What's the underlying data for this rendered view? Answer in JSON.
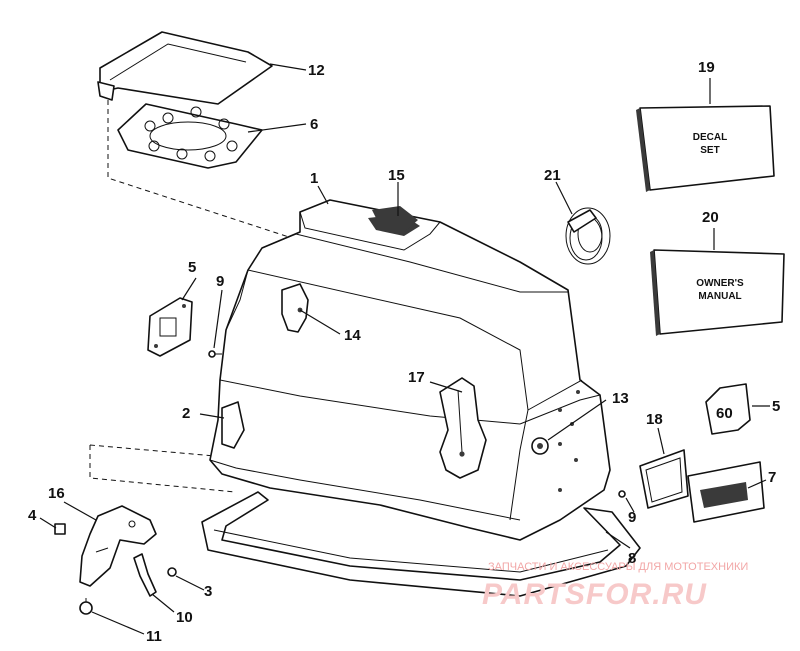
{
  "callouts": {
    "c1": "1",
    "c2": "2",
    "c3": "3",
    "c4": "4",
    "c5a": "5",
    "c5b": "5",
    "c6": "6",
    "c7": "7",
    "c8": "8",
    "c9a": "9",
    "c9b": "9",
    "c10": "10",
    "c11": "11",
    "c12": "12",
    "c13": "13",
    "c14": "14",
    "c15": "15",
    "c16": "16",
    "c17": "17",
    "c18": "18",
    "c19": "19",
    "c20": "20",
    "c21": "21"
  },
  "boxes": {
    "decal_line1": "DECAL",
    "decal_line2": "SET",
    "manual_line1": "OWNER'S",
    "manual_line2": "MANUAL"
  },
  "badge_text": "60",
  "watermark": {
    "caption": "ЗАПЧАСТИ И АКСЕССУАРЫ ДЛЯ МОТОТЕХНИКИ",
    "brand": "PARTSFOR.RU"
  }
}
